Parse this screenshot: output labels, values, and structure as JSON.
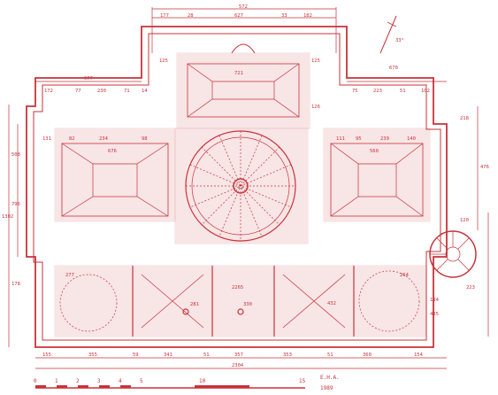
{
  "plan": {
    "north_label": "33°",
    "top_dims": [
      "572",
      "177",
      "28",
      "627",
      "33",
      "182"
    ],
    "upper_dims": [
      "670",
      "677",
      "125",
      "721",
      "125",
      "126"
    ],
    "left_block_dims": [
      "172",
      "77",
      "230",
      "71",
      "14",
      "131",
      "82",
      "234",
      "98"
    ],
    "right_block_dims": [
      "75",
      "223",
      "51",
      "102",
      "111",
      "95",
      "239",
      "140"
    ],
    "room_labels": [
      "676",
      "560",
      "281",
      "330",
      "2265",
      "432",
      "277",
      "264"
    ],
    "left_side_dims": [
      "1302",
      "508",
      "796",
      "178"
    ],
    "right_side_dims": [
      "476",
      "218",
      "120",
      "223",
      "184",
      "435"
    ],
    "bottom_dims": [
      "155",
      "355",
      "59",
      "341",
      "51",
      "357",
      "353",
      "51",
      "360",
      "154"
    ],
    "total_width": "2304",
    "mark_small": "125",
    "author_line1": "E.H.A.",
    "author_line2": "1989",
    "scale_ticks": [
      "0",
      "1",
      "2",
      "3",
      "4",
      "5",
      "10",
      "15"
    ]
  }
}
